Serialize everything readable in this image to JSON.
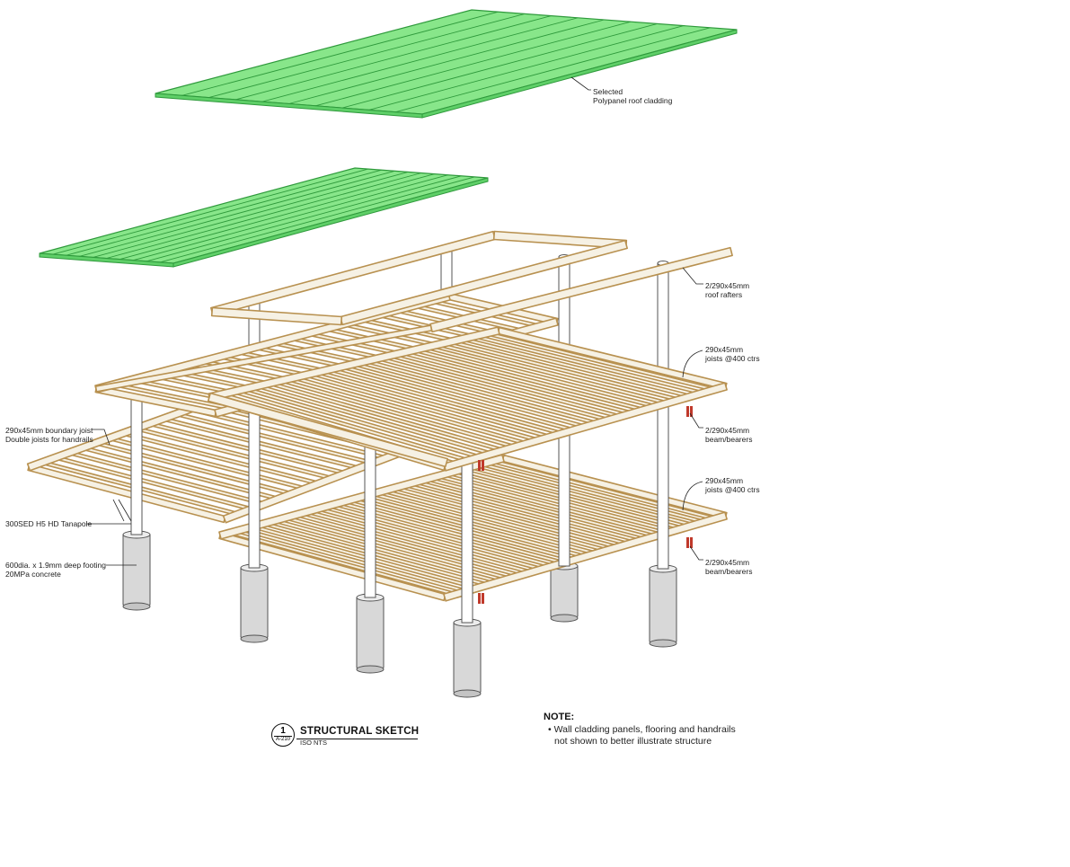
{
  "labels": {
    "roof_cladding": [
      "Selected",
      "Polypanel roof cladding"
    ],
    "roof_rafters": [
      "2/290x45mm",
      "roof rafters"
    ],
    "joists_upper": [
      "290x45mm",
      "joists @400 ctrs"
    ],
    "bearers_upper": [
      "2/290x45mm",
      "beam/bearers"
    ],
    "joists_lower": [
      "290x45mm",
      "joists @400 ctrs"
    ],
    "bearers_lower": [
      "2/290x45mm",
      "beam/bearers"
    ],
    "boundary_joist": [
      "290x45mm boundary joist",
      "Double joists for handrails"
    ],
    "tanapole": [
      "300SED H5 HD Tanapole"
    ],
    "footing": [
      "600dia. x 1.9mm deep footing",
      "20MPa concrete"
    ]
  },
  "title_block": {
    "number": "1",
    "sheet": "A-210",
    "title": "STRUCTURAL SKETCH",
    "scale": "ISO NTS"
  },
  "note": {
    "heading": "NOTE:",
    "lines": [
      "• Wall cladding panels, flooring and handrails",
      "not shown to better illustrate structure"
    ]
  },
  "colors": {
    "panel_fill": "#88e68a",
    "panel_stroke": "#2f9a3c",
    "timber": "#b89150",
    "timber_face": "#f6f1e4",
    "post": "#ffffff",
    "concrete": "#d8d8d8",
    "bracket": "#c0392b"
  }
}
